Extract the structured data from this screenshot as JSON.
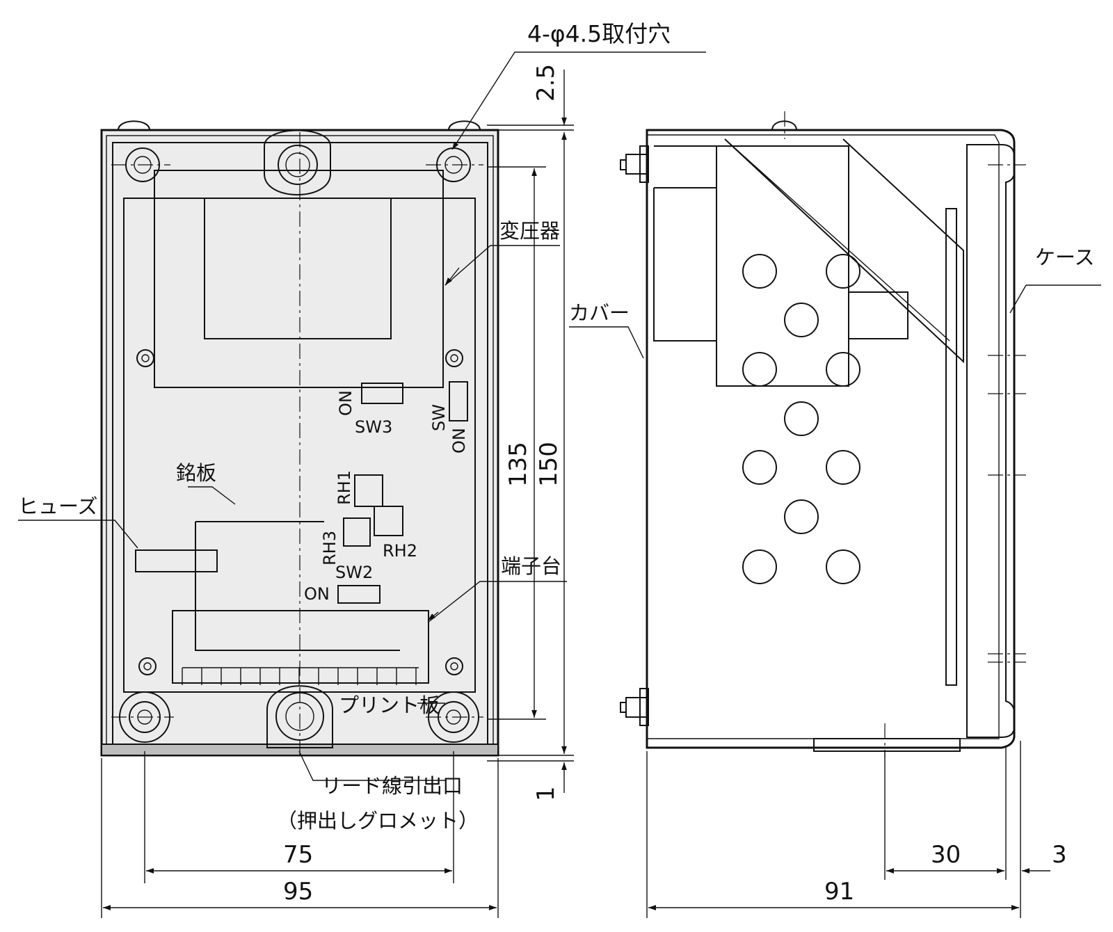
{
  "diagram": {
    "front_view": {
      "labels": {
        "mounting_holes": "4-φ4.5取付穴",
        "transformer": "変圧器",
        "nameplate": "銘板",
        "fuse": "ヒューズ",
        "terminal_block": "端子台",
        "pcb": "プリント板",
        "lead_outlet": "リード線引出口",
        "grommet": "（押出しグロメット）",
        "sw": "SW",
        "sw2": "SW2",
        "sw3": "SW3",
        "rh1": "RH1",
        "rh2": "RH2",
        "rh3": "RH3",
        "on": "ON"
      },
      "dimensions": {
        "d_2_5": "2.5",
        "d_135": "135",
        "d_150": "150",
        "d_1": "1",
        "d_75": "75",
        "d_95": "95"
      }
    },
    "side_view": {
      "labels": {
        "case": "ケース",
        "cover": "カバー"
      },
      "dimensions": {
        "d_91": "91",
        "d_30": "30",
        "d_3": "3"
      }
    }
  }
}
